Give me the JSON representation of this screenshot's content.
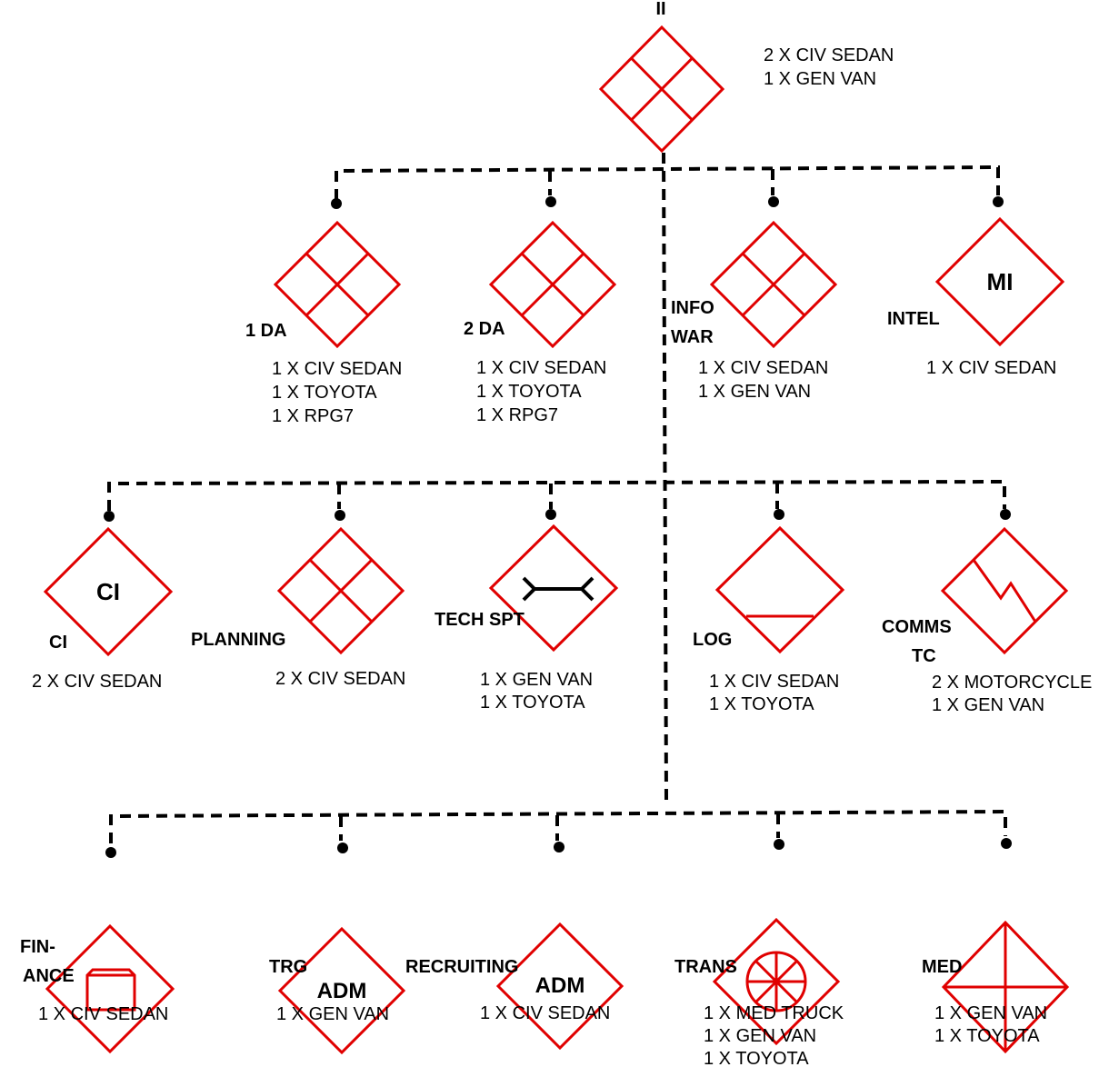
{
  "hq": {
    "label": "II",
    "equipment": [
      "2 X CIV SEDAN",
      "1 X GEN VAN"
    ]
  },
  "units": {
    "da1": {
      "label": [
        "1 DA"
      ],
      "equipment": [
        "1 X CIV SEDAN",
        "1 X TOYOTA",
        "1 X RPG7"
      ]
    },
    "da2": {
      "label": [
        "2 DA"
      ],
      "equipment": [
        "1 X CIV SEDAN",
        "1 X TOYOTA",
        "1 X RPG7"
      ]
    },
    "infowar": {
      "label": [
        "INFO",
        "WAR"
      ],
      "equipment": [
        "1 X CIV SEDAN",
        "1 X GEN VAN"
      ]
    },
    "intel": {
      "label": [
        "INTEL"
      ],
      "inner_text": "MI",
      "equipment": [
        "1 X CIV SEDAN"
      ]
    },
    "ci": {
      "label": [
        "CI"
      ],
      "inner_text": "CI",
      "equipment": [
        "2 X CIV SEDAN"
      ]
    },
    "planning": {
      "label": [
        "PLANNING"
      ],
      "equipment": [
        "2 X CIV SEDAN"
      ]
    },
    "techspt": {
      "label": [
        "TECH SPT"
      ],
      "equipment": [
        "1 X GEN VAN",
        "1 X TOYOTA"
      ]
    },
    "log": {
      "label": [
        "LOG"
      ],
      "equipment": [
        "1 X CIV SEDAN",
        "1 X TOYOTA"
      ]
    },
    "comms": {
      "label": [
        "COMMS",
        "TC"
      ],
      "equipment": [
        "2 X MOTORCYCLE",
        "1 X GEN VAN"
      ]
    },
    "finance": {
      "label": [
        "FIN-",
        "ANCE"
      ],
      "equipment": [
        "1 X CIV SEDAN"
      ]
    },
    "trg": {
      "label": [
        "TRG"
      ],
      "inner_text": "ADM",
      "equipment": [
        "1 X GEN VAN"
      ]
    },
    "recruiting": {
      "label": [
        "RECRUITING"
      ],
      "inner_text": "ADM",
      "equipment": [
        "1 X CIV SEDAN"
      ]
    },
    "trans": {
      "label": [
        "TRANS"
      ],
      "equipment": [
        "1 X MED TRUCK",
        "1 X GEN VAN",
        "1 X TOYOTA"
      ]
    },
    "med": {
      "label": [
        "MED"
      ],
      "equipment": [
        "1 X GEN VAN",
        "1 X TOYOTA"
      ]
    }
  },
  "colors": {
    "symbol": "#e00000",
    "line": "#000000"
  }
}
